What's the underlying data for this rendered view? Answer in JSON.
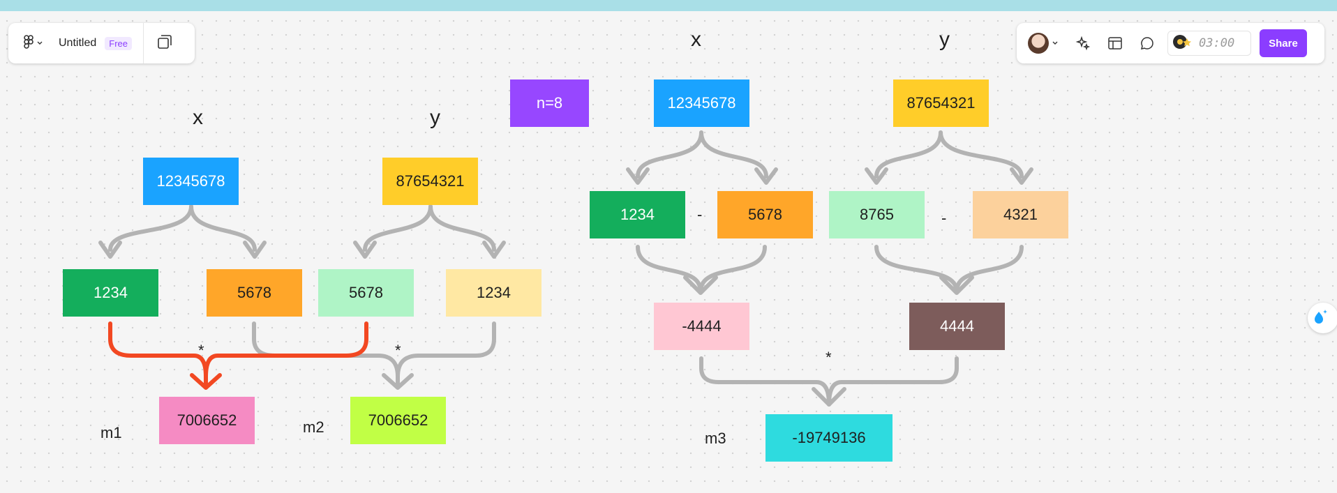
{
  "app": {
    "title": "Untitled",
    "plan_badge": "Free",
    "timer": "03:00",
    "share_label": "Share",
    "accent": "#8b3dff"
  },
  "canvas": {
    "header_x_left": "x",
    "header_y_left": "y",
    "header_x_right": "x",
    "header_y_right": "y",
    "n_label": "n=8",
    "left": {
      "x_value": "12345678",
      "y_value": "87654321",
      "x_high": "1234",
      "x_low": "5678",
      "y_high": "5678",
      "y_low": "1234",
      "star_1": "*",
      "star_2": "*",
      "m1_label": "m1",
      "m1_value": "7006652",
      "m2_label": "m2",
      "m2_value": "7006652"
    },
    "right": {
      "x_value": "12345678",
      "y_value": "87654321",
      "x_high": "1234",
      "minus_1": "-",
      "x_low": "5678",
      "y_high": "8765",
      "minus_2": "-",
      "y_low": "4321",
      "diff_x": "-4444",
      "diff_y": "4444",
      "star": "*",
      "m3_label": "m3",
      "m3_value": "-19749136"
    }
  },
  "colors": {
    "blue": "#1aa3ff",
    "yellow": "#ffcd29",
    "green": "#14ae5c",
    "orange": "#ffa629",
    "mint": "#aff4c6",
    "pale_yellow": "#ffe8a3",
    "pink": "#f58bc3",
    "lime": "#c1ff45",
    "purple": "#9747ff",
    "peach": "#fcd19c",
    "light_pink": "#ffc7d3",
    "brown": "#7d5c5b",
    "cyan": "#2edbdf",
    "connector_gray": "#b3b3b3",
    "connector_red": "#f24822"
  },
  "icons": [
    "figma-logo-icon",
    "chevron-down-icon",
    "pages-icon",
    "ai-sparkle-icon",
    "layout-icon",
    "comment-icon",
    "timer-icon",
    "ai-drop-icon"
  ]
}
